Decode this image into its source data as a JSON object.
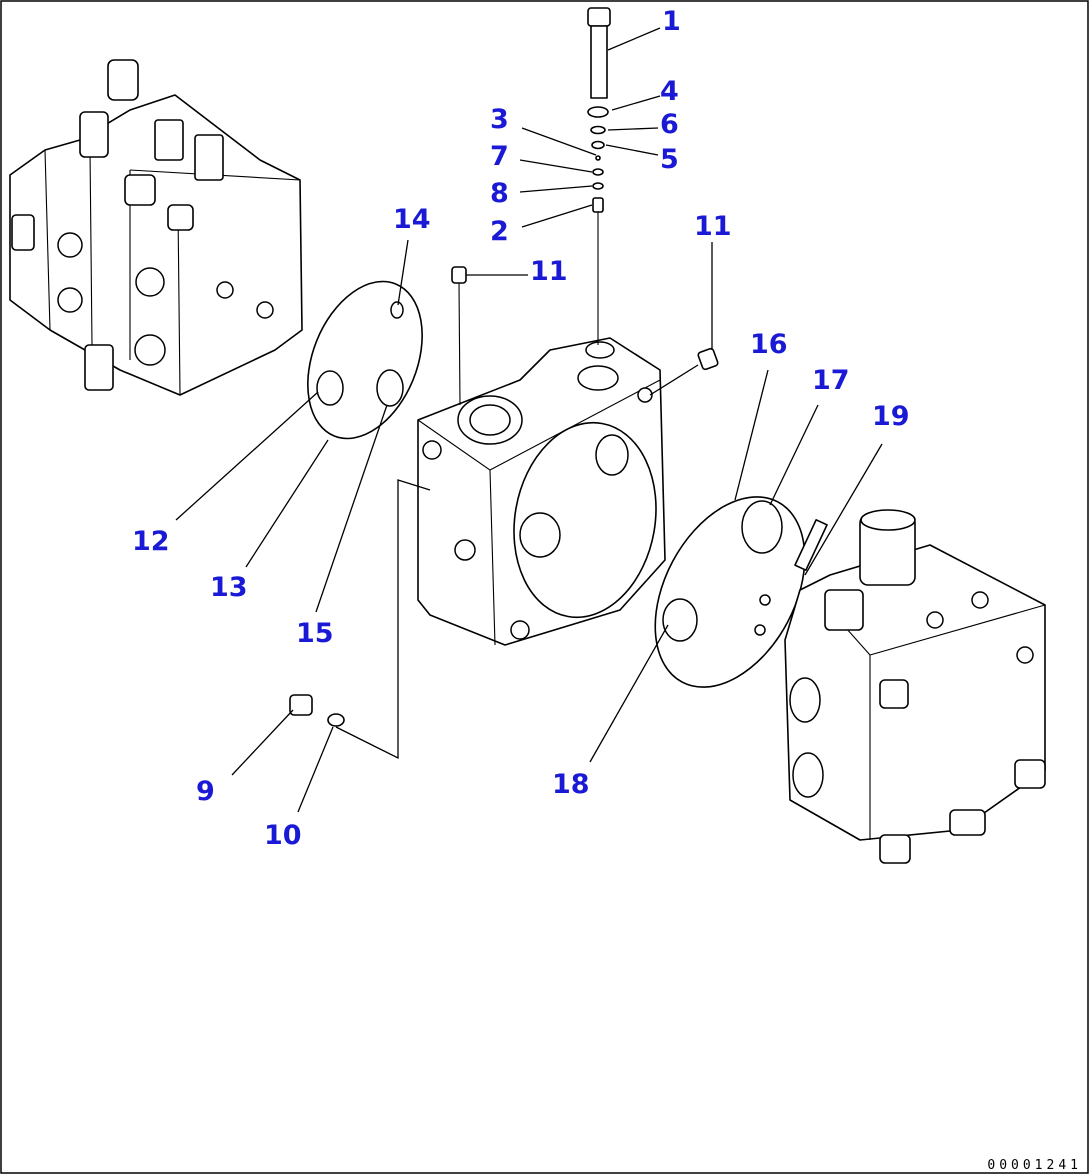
{
  "callouts": [
    {
      "id": "1",
      "label": "1"
    },
    {
      "id": "2",
      "label": "2"
    },
    {
      "id": "3",
      "label": "3"
    },
    {
      "id": "4",
      "label": "4"
    },
    {
      "id": "5",
      "label": "5"
    },
    {
      "id": "6",
      "label": "6"
    },
    {
      "id": "7",
      "label": "7"
    },
    {
      "id": "8",
      "label": "8"
    },
    {
      "id": "9",
      "label": "9"
    },
    {
      "id": "10",
      "label": "10"
    },
    {
      "id": "11a",
      "label": "11"
    },
    {
      "id": "11b",
      "label": "11"
    },
    {
      "id": "12",
      "label": "12"
    },
    {
      "id": "13",
      "label": "13"
    },
    {
      "id": "14",
      "label": "14"
    },
    {
      "id": "15",
      "label": "15"
    },
    {
      "id": "16",
      "label": "16"
    },
    {
      "id": "17",
      "label": "17"
    },
    {
      "id": "18",
      "label": "18"
    },
    {
      "id": "19",
      "label": "19"
    }
  ],
  "drawing_number": "00001241",
  "colors": {
    "callout": "#1a1ad6",
    "line": "#000000",
    "background": "#ffffff"
  }
}
